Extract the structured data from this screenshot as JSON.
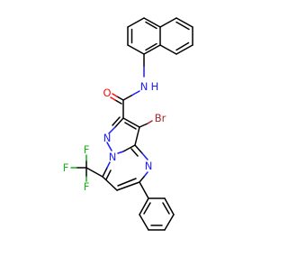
{
  "molecule": {
    "atom_labels": {
      "carbonyl_oxygen": "O",
      "amide_nitrogen": "N",
      "amide_hydrogen": "H",
      "bromine": "Br",
      "pyrazole_n_left": "N",
      "bridgehead_n": "N",
      "pyrimidine_n": "N",
      "fluorine_top": "F",
      "fluorine_left": "F",
      "fluorine_bottom": "F"
    },
    "colors": {
      "carbon_bond": "#000000",
      "nitrogen": "#1c1cff",
      "oxygen": "#ff0d0d",
      "bromine": "#a62929",
      "fluorine": "#17b517"
    }
  }
}
